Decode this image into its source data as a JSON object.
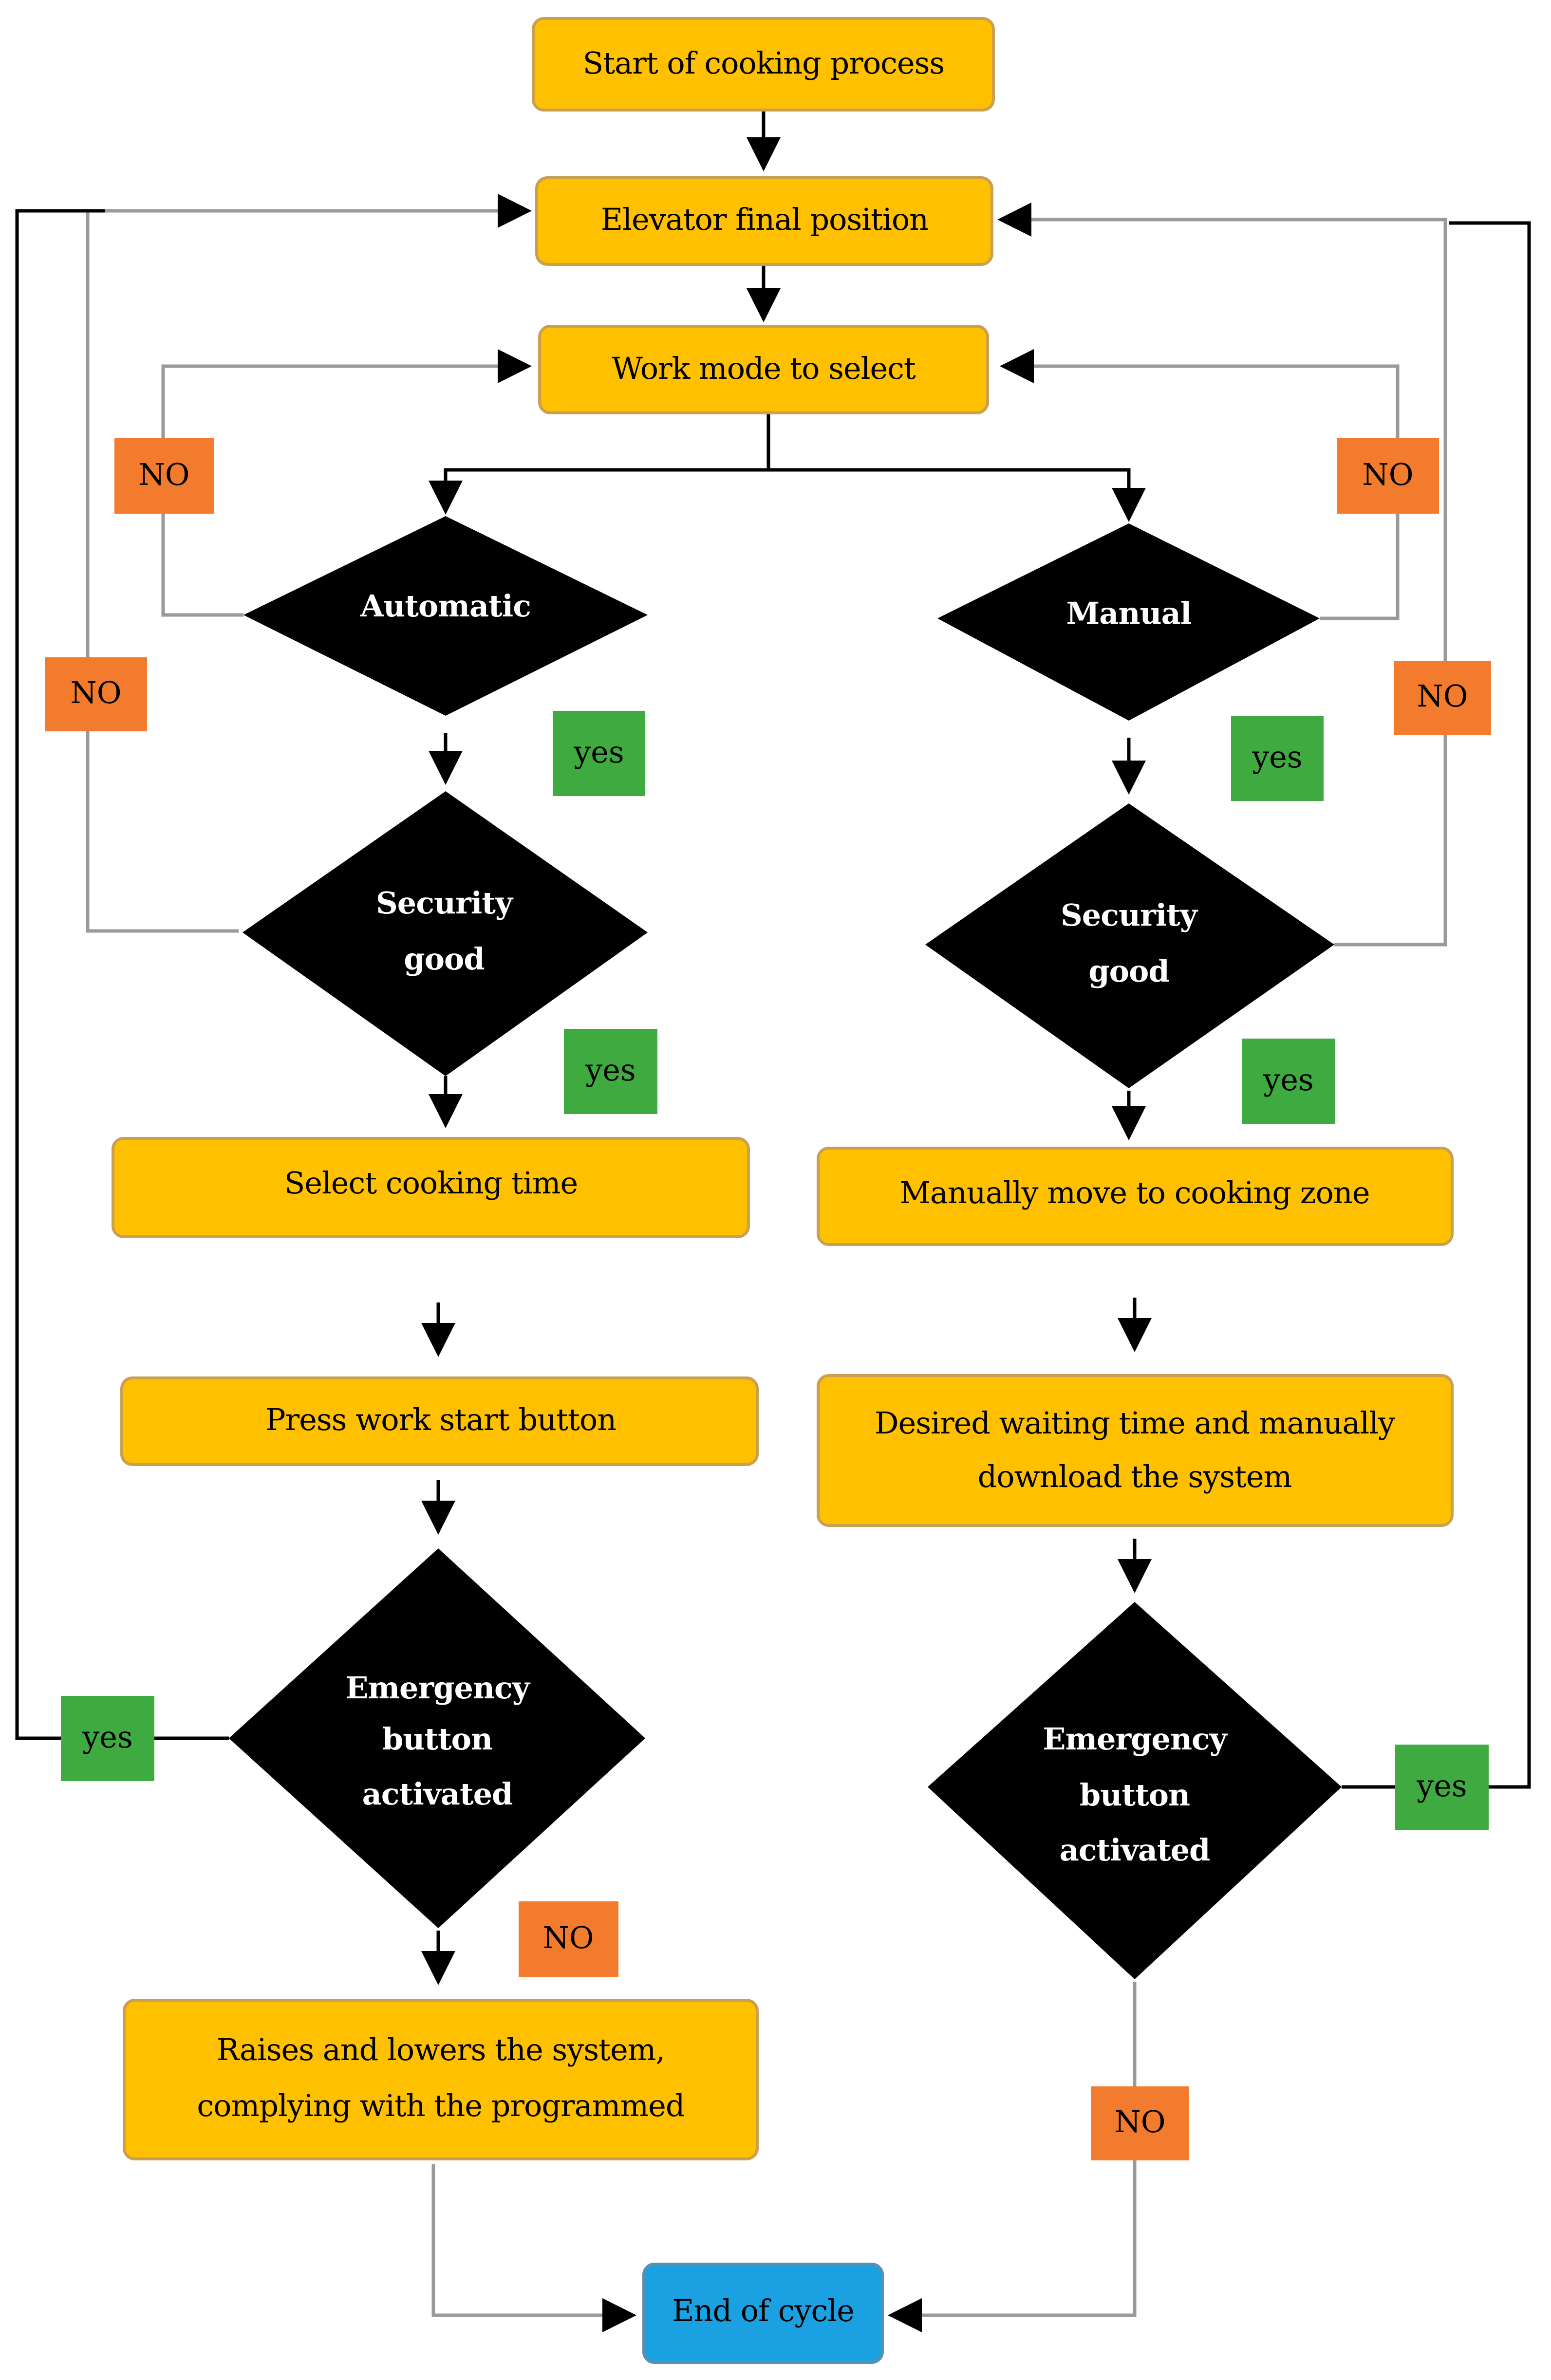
{
  "nodes": {
    "start": "Start of cooking process",
    "elevator": "Elevator final position",
    "work_mode": "Work mode to select",
    "automatic": "Automatic",
    "manual": "Manual",
    "security_left": [
      "Security",
      "good"
    ],
    "security_right": [
      "Security",
      "good"
    ],
    "select_time": "Select cooking time",
    "manual_move": "Manually move to cooking zone",
    "press_start": "Press work start button",
    "desired_wait": [
      "Desired waiting time and manually",
      "download the system"
    ],
    "emergency_left": [
      "Emergency",
      "button",
      "activated"
    ],
    "emergency_right": [
      "Emergency",
      "button",
      "activated"
    ],
    "raises": [
      "Raises and lowers the system,",
      "complying with the programmed"
    ],
    "end": "End of cycle"
  },
  "labels": {
    "no": "NO",
    "yes": "yes"
  },
  "colors": {
    "process": "#FFC000",
    "decision": "#000000",
    "no_badge": "#F37B2D",
    "yes_badge": "#3FAA3F",
    "end_box": "#1BA1E2"
  }
}
